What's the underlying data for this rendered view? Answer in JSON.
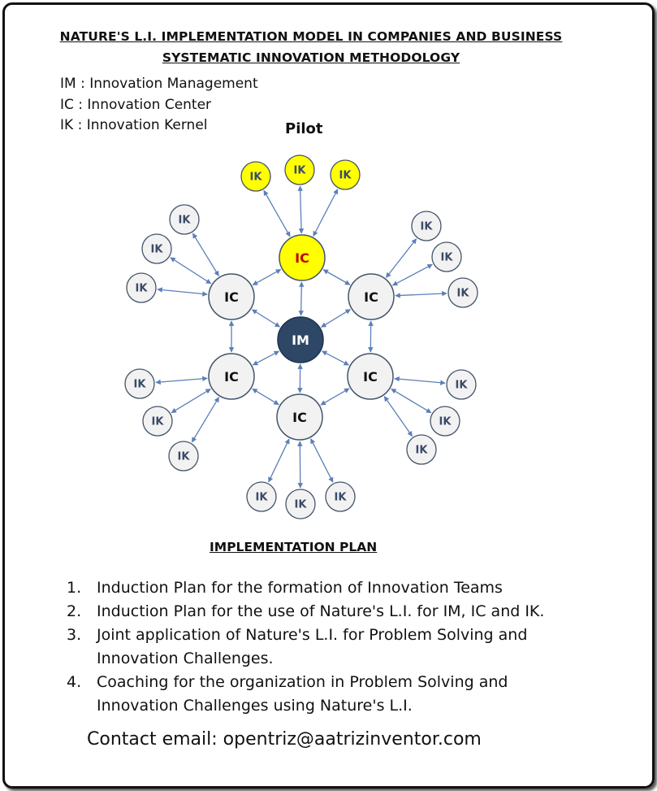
{
  "title_line1": "NATURE'S L.I. IMPLEMENTATION  MODEL IN COMPANIES AND BUSINESS",
  "title_line2": "SYSTEMATIC INNOVATION METHODOLOGY",
  "legend": [
    "IM : Innovation Management",
    "IC  :  Innovation Center",
    "IK  : Innovation Kernel"
  ],
  "pilot_label": "Pilot",
  "diagram": {
    "center_label": "IM",
    "center_label_color": "#ffffff",
    "center_color": "#2f4766",
    "ic_label": "IC",
    "ik_label": "IK",
    "node_fill": "#f2f2f2",
    "node_stroke": "#44546a",
    "pilot_fill": "#ffff00",
    "pilot_ic_text_color": "#c00000",
    "ik_text_color": "#3a4b68",
    "arrow_color": "#5b7fb8"
  },
  "plan_title": "IMPLEMENTATION  PLAN",
  "plan_items": [
    {
      "num": "1.",
      "text": "Induction Plan for the formation of Innovation Teams"
    },
    {
      "num": "2.",
      "text": "Induction Plan for the use of Nature's L.I. for IM, IC and IK."
    },
    {
      "num": "3.",
      "text": "Joint application of Nature's L.I. for Problem Solving and Innovation Challenges."
    },
    {
      "num": "4.",
      "text": "Coaching for the organization in Problem Solving and Innovation Challenges using Nature's L.I."
    }
  ],
  "contact": "Contact email: opentriz@aatrizinventor.com"
}
